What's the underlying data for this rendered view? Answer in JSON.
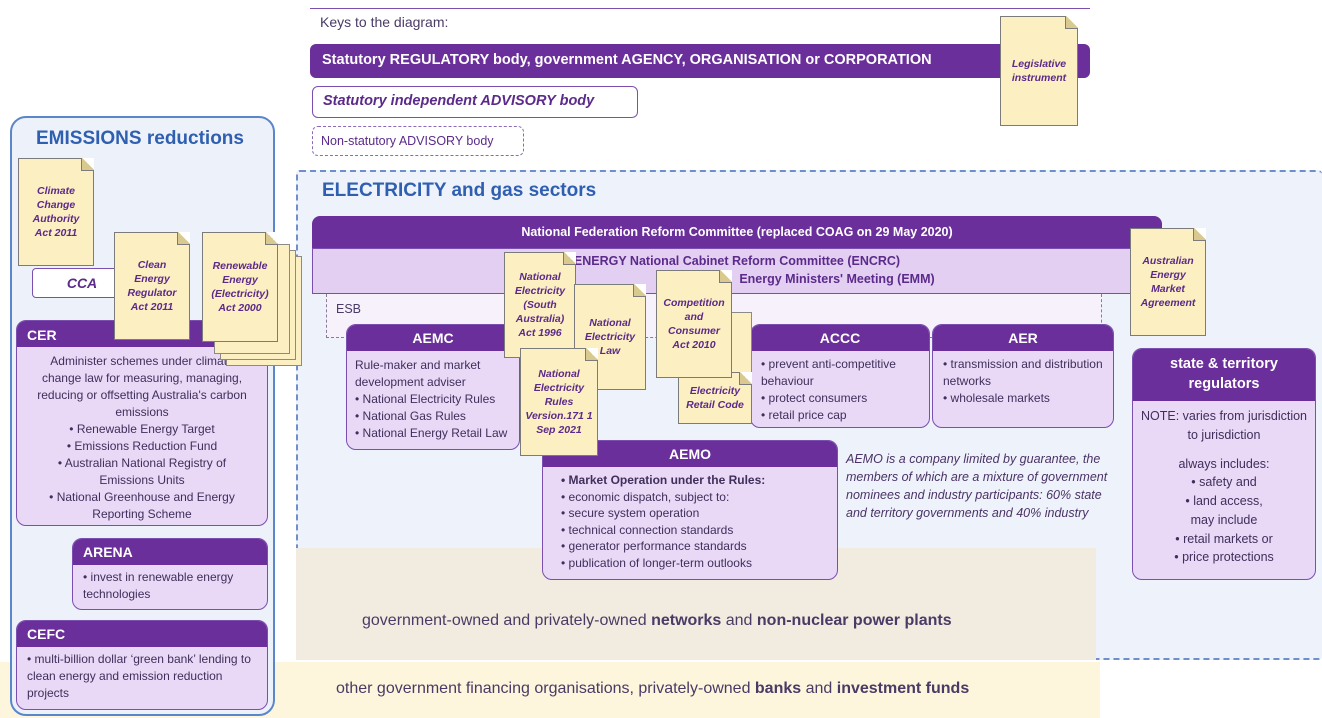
{
  "keys": {
    "title": "Keys to the diagram:",
    "statutory_body": "Statutory REGULATORY body, government AGENCY, ORGANISATION or CORPORATION",
    "advisory_body": "Statutory independent ADVISORY body",
    "nonstatutory_body": "Non-statutory ADVISORY body",
    "legislative": "Legislative instrument"
  },
  "emissions": {
    "title": "EMISSIONS reductions",
    "cca_act": "Climate Change Authority Act 2011",
    "cca": "CCA",
    "cer_act": "Clean Energy Regulator Act 2011",
    "ret_act": "Renewable Energy (Electricity) Act 2000",
    "cer": {
      "title": "CER",
      "intro": "Administer schemes under climate change law for measuring, managing, reducing or offsetting Australia's carbon emissions",
      "items": [
        "Renewable Energy Target",
        "Emissions Reduction Fund",
        "Australian National Registry of Emissions Units",
        "National Greenhouse and Energy Reporting Scheme"
      ]
    },
    "arena": {
      "title": "ARENA",
      "items": [
        "invest in renewable energy technologies"
      ]
    },
    "cefc": {
      "title": "CEFC",
      "items": [
        "multi-billion dollar ‘green bank’ lending to clean energy and emission reduction projects"
      ]
    }
  },
  "electricity": {
    "title": "ELECTRICITY and gas sectors",
    "nfrc": "National Federation Reform Committee (replaced COAG on 29 May 2020)",
    "encrc": "ENERGY National Cabinet Reform Committee (ENCRC)",
    "emm": "Energy Ministers' Meeting (EMM)",
    "aema": "Australian Energy Market Agreement",
    "esb": "ESB",
    "nesa_act": "National Electricity (South Australia) Act 1996",
    "nel": "National Electricity Law",
    "ner": "National Electricity Rules Version.171 1 Sep 2021",
    "cca_act": "Competition and Consumer Act 2010",
    "erc": "Electricity Retail Code",
    "aemc": {
      "title": "AEMC",
      "intro": "Rule-maker and market development adviser",
      "items": [
        "National Electricity Rules",
        "National Gas Rules",
        "National Energy Retail Law"
      ]
    },
    "accc": {
      "title": "ACCC",
      "items": [
        "prevent anti-competitive behaviour",
        "protect consumers",
        "retail price cap"
      ]
    },
    "aer": {
      "title": "AER",
      "items": [
        "transmission and distribution networks",
        "wholesale markets"
      ]
    },
    "aemo": {
      "title": "AEMO",
      "items": [
        "Market Operation under the Rules:",
        "economic dispatch, subject to:",
        "secure system operation",
        "technical connection standards",
        "generator performance standards",
        "publication of longer-term outlooks"
      ]
    },
    "aemo_note": "AEMO is a company limited by guarantee, the members of which are a mixture of government nominees and industry participants: 60% state and territory governments and 40% industry",
    "state": {
      "title": "state & territory regulators",
      "note": "NOTE: varies from jurisdiction to jurisdiction",
      "always": "always includes:",
      "a1": "safety and",
      "a2": "land access,",
      "may": "may include",
      "m1": "retail markets or",
      "m2": "price protections"
    }
  },
  "bands": {
    "networks_prefix": "government-owned and privately-owned ",
    "networks_bold1": "networks",
    "networks_mid": " and ",
    "networks_bold2": "non-nuclear power plants",
    "finance_prefix": "other government financing organisations, privately-owned ",
    "finance_bold1": "banks",
    "finance_mid": " and ",
    "finance_bold2": "investment funds"
  }
}
